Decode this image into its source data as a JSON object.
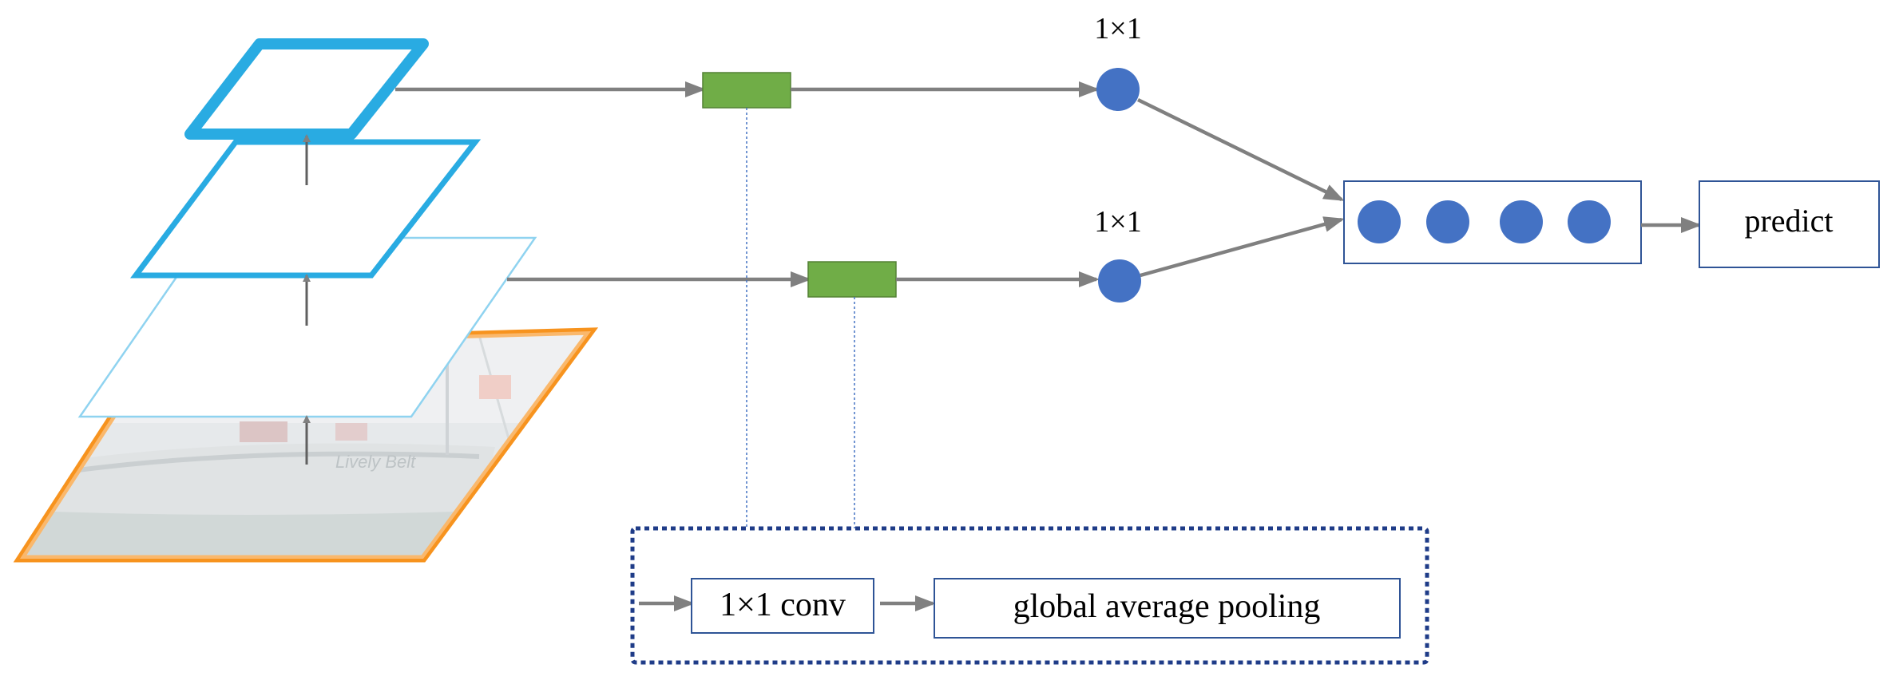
{
  "diagram": {
    "labels": {
      "kernel_top": "1×1",
      "kernel_bottom": "1×1",
      "predict": "predict",
      "conv": "1×1 conv",
      "pooling": "global average pooling"
    },
    "photo_caption": "Lively Belt"
  },
  "colors": {
    "pyramid_blue": "#29abe2",
    "pyramid_light_blue": "#8fd3f0",
    "image_border_orange": "#f7931e",
    "feature_block_green": "#70ad47",
    "node_blue": "#4472c4",
    "arrow_gray": "#808080",
    "box_border": "#2f5496",
    "dotted_box_border": "#1f3c88"
  },
  "icons": {
    "node": "circle-node-icon",
    "arrow": "arrow-right-icon"
  }
}
